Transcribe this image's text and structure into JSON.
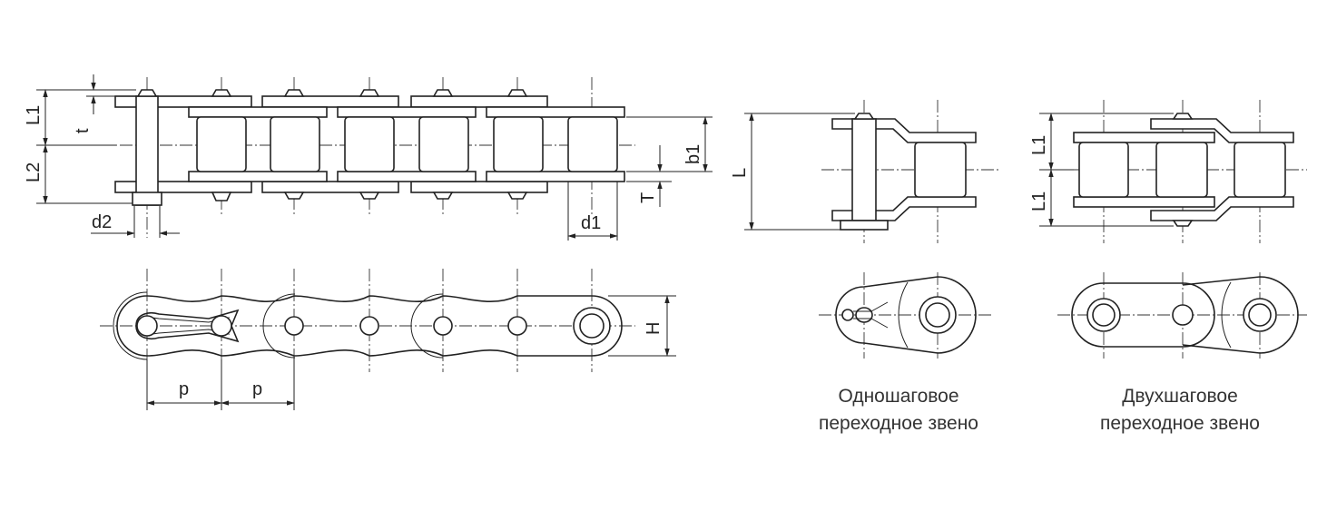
{
  "dimensions": {
    "L1": "L1",
    "L2": "L2",
    "t": "t",
    "b1": "b1",
    "T": "T",
    "d2": "d2",
    "d1": "d1",
    "L": "L",
    "H": "H",
    "p": "p"
  },
  "captions": {
    "single_pitch": {
      "line1": "Одношаговое",
      "line2": "переходное звено"
    },
    "double_pitch": {
      "line1": "Двухшаговое",
      "line2": "переходное звено"
    }
  }
}
